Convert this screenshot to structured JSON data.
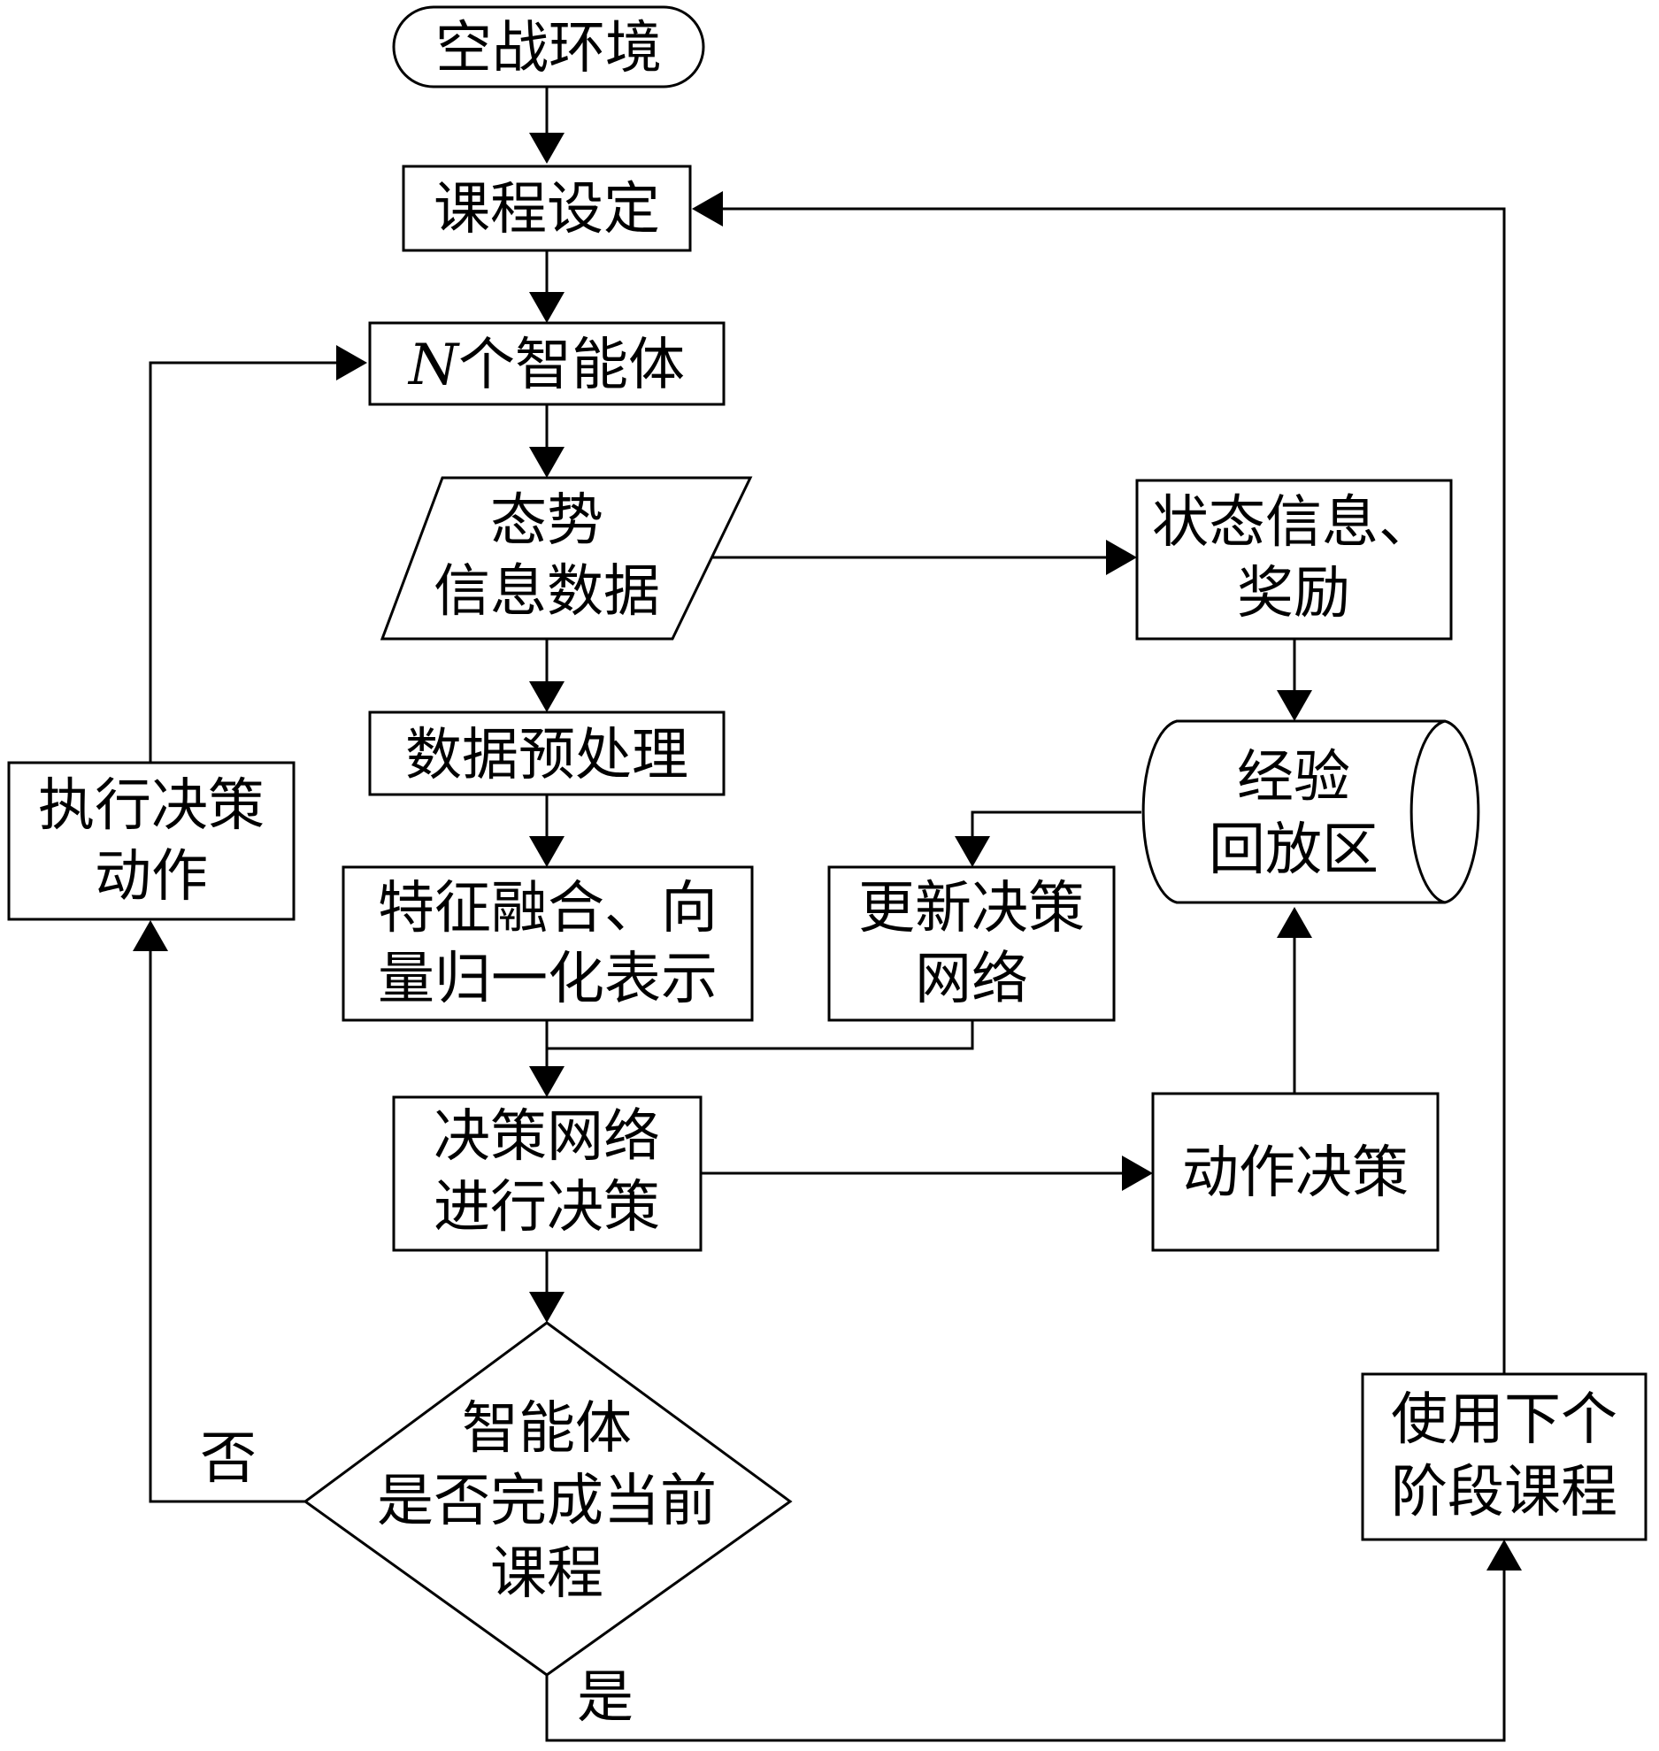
{
  "nodes": {
    "env": {
      "lines": [
        "空战环境"
      ]
    },
    "curriculum": {
      "lines": [
        "课程设定"
      ]
    },
    "agents": {
      "italic_prefix": "N",
      "rest": "个智能体"
    },
    "situation": {
      "lines": [
        "态势",
        "信息数据"
      ]
    },
    "state_reward": {
      "lines": [
        "状态信息、",
        "奖励"
      ]
    },
    "preprocess": {
      "lines": [
        "数据预处理"
      ]
    },
    "replay": {
      "lines": [
        "经验",
        "回放区"
      ]
    },
    "execute": {
      "lines": [
        "执行决策",
        "动作"
      ]
    },
    "fusion": {
      "lines": [
        "特征融合、向",
        "量归一化表示"
      ]
    },
    "update": {
      "lines": [
        "更新决策",
        "网络"
      ]
    },
    "decision_net": {
      "lines": [
        "决策网络",
        "进行决策"
      ]
    },
    "action": {
      "lines": [
        "动作决策"
      ]
    },
    "check": {
      "lines": [
        "智能体",
        "是否完成当前",
        "课程"
      ]
    },
    "next_stage": {
      "lines": [
        "使用下个",
        "阶段课程"
      ]
    }
  },
  "edge_labels": {
    "no": "否",
    "yes": "是"
  }
}
